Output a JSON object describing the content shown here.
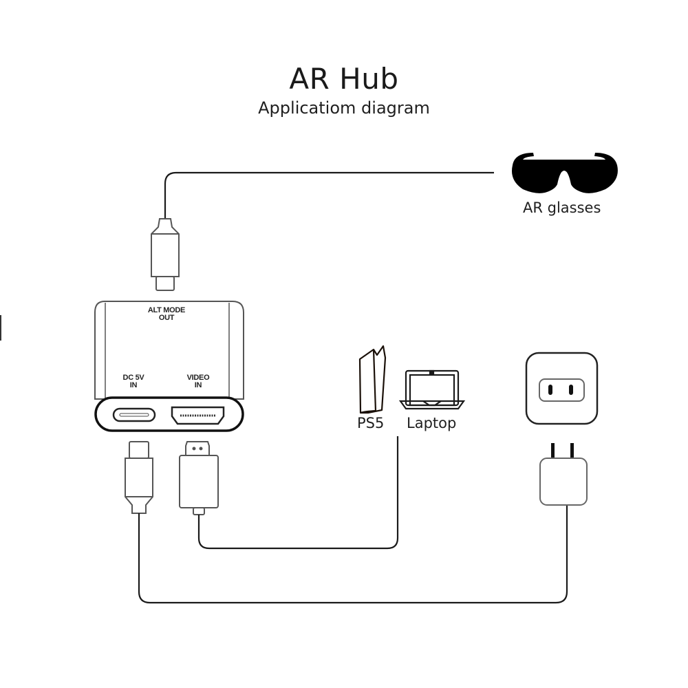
{
  "header": {
    "title": "AR Hub",
    "subtitle": "Applicatiom diagram"
  },
  "devices": {
    "ar_glasses": "AR glasses",
    "ps5": "PS5",
    "laptop": "Laptop"
  },
  "hub": {
    "port_alt_mode": [
      "ALT MODE",
      "OUT"
    ],
    "port_dc": [
      "DC 5V",
      "IN"
    ],
    "port_video": [
      "VIDEO",
      "IN"
    ]
  },
  "colors": {
    "line": "#1a1a1a",
    "outline_gray": "#555555",
    "fill_black": "#000000"
  }
}
